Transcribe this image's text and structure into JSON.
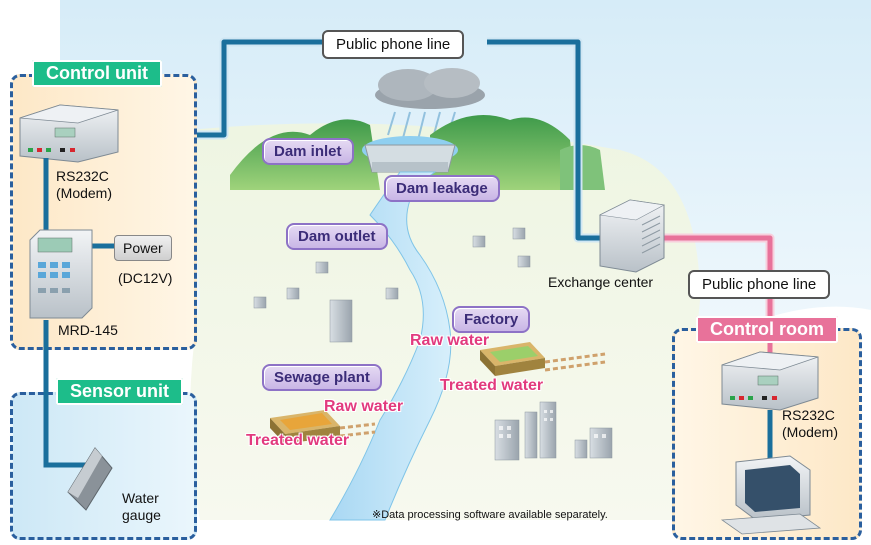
{
  "labels": {
    "public_phone_line_top": "Public phone line",
    "public_phone_line_right": "Public phone line",
    "control_unit": "Control unit",
    "sensor_unit": "Sensor unit",
    "control_room": "Control room",
    "rs232c_left_line1": "RS232C",
    "rs232c_left_line2": "(Modem)",
    "power": "Power",
    "power_spec": "(DC12V)",
    "mrd": "MRD-145",
    "water_gauge_line1": "Water",
    "water_gauge_line2": "gauge",
    "exchange_center": "Exchange center",
    "rs232c_right_line1": "RS232C",
    "rs232c_right_line2": "(Modem)",
    "dam_inlet": "Dam inlet",
    "dam_leakage": "Dam leakage",
    "dam_outlet": "Dam outlet",
    "factory": "Factory",
    "factory_raw": "Raw water",
    "factory_treated": "Treated water",
    "sewage_plant": "Sewage plant",
    "sewage_raw": "Raw water",
    "sewage_treated": "Treated water",
    "footnote": "※Data processing software available separately."
  },
  "colors": {
    "line_blue": "#1a6f9c",
    "line_pink": "#e8729a",
    "tag_green": "#1dbd8a",
    "tag_pink": "#e8729a",
    "border_dashed": "#2a5f9e",
    "pill_text": "#3b2c78",
    "water_text": "#e23a7e"
  }
}
